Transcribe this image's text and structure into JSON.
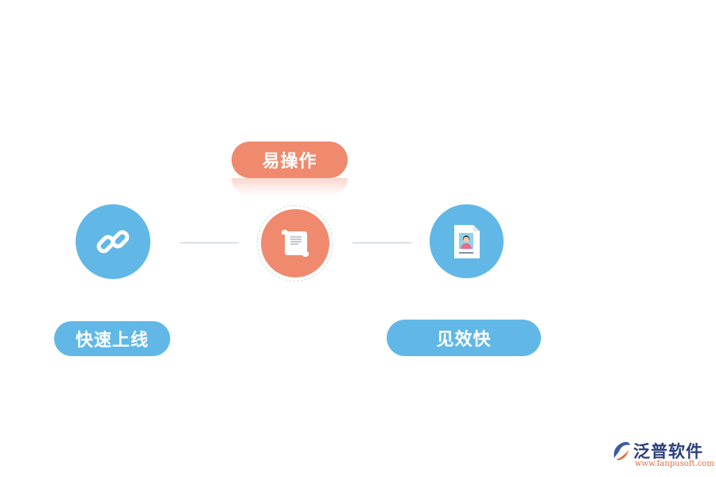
{
  "labels": {
    "top": "易操作",
    "left": "快速上线",
    "right": "见效快"
  },
  "icons": {
    "left": "link-icon",
    "middle": "scroll-document-icon",
    "right": "id-card-icon"
  },
  "colors": {
    "orange": "#ef8a6f",
    "blue": "#61b8e6",
    "connector": "#bfc7d3"
  },
  "logo": {
    "name": "泛普软件",
    "url": "www.fanpusoft.com"
  }
}
